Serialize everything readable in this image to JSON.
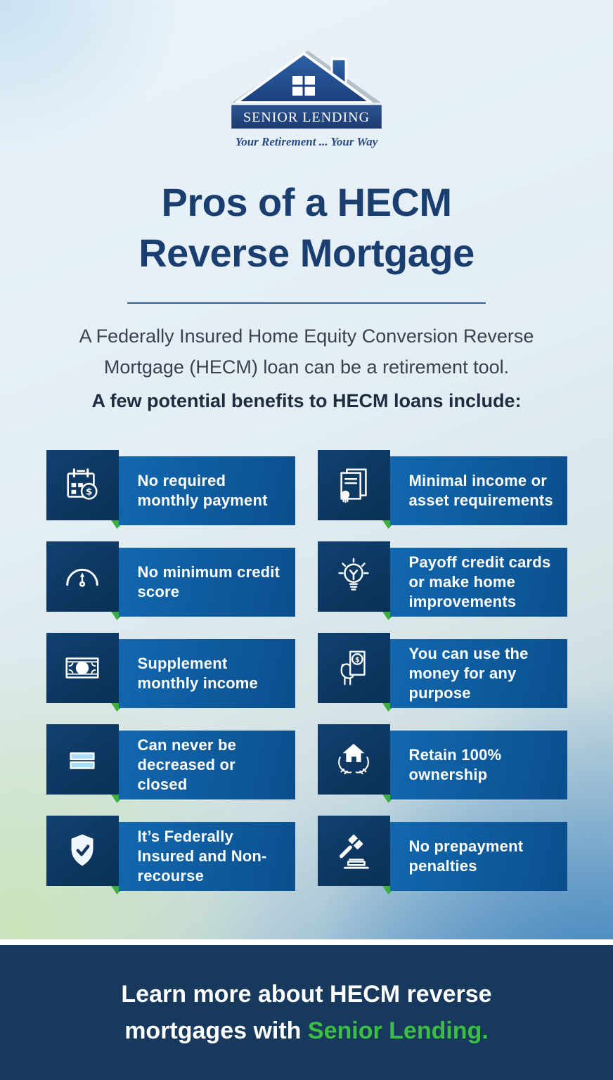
{
  "logo": {
    "name": "SENIOR LENDING",
    "tagline": "Your Retirement ... Your Way"
  },
  "title": {
    "lines": [
      "Pros of a HECM",
      "Reverse Mortgage"
    ]
  },
  "intro": {
    "line1": "A Federally Insured Home Equity Conversion Reverse Mortgage (HECM) loan can be a retirement tool.",
    "line2": "A few potential benefits to HECM loans include:"
  },
  "benefits": [
    {
      "icon": "calendar-dollar-icon",
      "label": "No required monthly payment"
    },
    {
      "icon": "certificate-icon",
      "label": "Minimal income or asset requirements"
    },
    {
      "icon": "gauge-icon",
      "label": "No minimum credit score"
    },
    {
      "icon": "lightbulb-icon",
      "label": "Payoff credit cards or make home improvements"
    },
    {
      "icon": "money-bill-icon",
      "label": "Supplement monthly income"
    },
    {
      "icon": "hand-money-icon",
      "label": "You can use the money for any purpose"
    },
    {
      "icon": "equals-icon",
      "label": "Can never be decreased or closed"
    },
    {
      "icon": "hands-house-icon",
      "label": "Retain 100% ownership"
    },
    {
      "icon": "shield-check-icon",
      "label": "It’s Federally Insured and Non-recourse"
    },
    {
      "icon": "gavel-icon",
      "label": "No prepayment penalties"
    }
  ],
  "footer": {
    "text_before": "Learn more about HECM reverse mortgages with ",
    "brand": "Senior Lending",
    "text_after": "."
  },
  "glyphs": {
    "dollar": "$"
  },
  "colors": {
    "title_navy": "#1b3e70",
    "icon_box_navy": "#0d3a63",
    "card_blue": "#0f5fa5",
    "accent_green": "#3fae41",
    "footer_navy": "#16395d",
    "footer_green": "#3cbe43"
  }
}
